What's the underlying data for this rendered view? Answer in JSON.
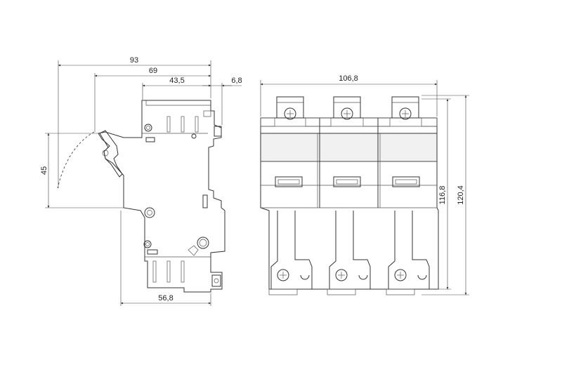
{
  "side_view": {
    "dim_overall_depth": "93",
    "dim_depth_69": "69",
    "dim_depth_43_5": "43,5",
    "dim_offset": "6,8",
    "dim_handle_travel": "45",
    "dim_base_width": "56,8"
  },
  "front_view": {
    "dim_width": "106,8",
    "dim_height_116_8": "116,8",
    "dim_height_120_4": "120,4",
    "pole_count": 3
  }
}
